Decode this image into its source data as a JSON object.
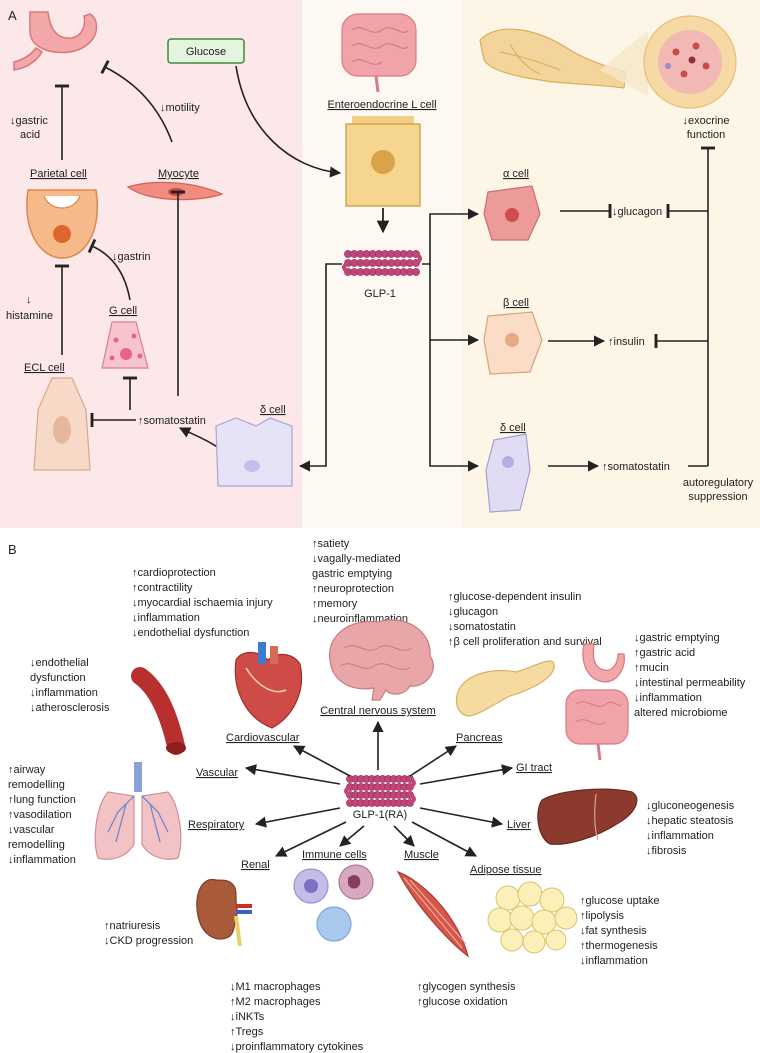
{
  "panel_a": {
    "letter": "A",
    "glucose": "Glucose",
    "motility": "↓motility",
    "gastric_acid": [
      "↓gastric",
      "acid"
    ],
    "parietal_cell": "Parietal cell",
    "myocyte": "Myocyte",
    "gastrin": "↓gastrin",
    "histamine": [
      "↓",
      "histamine"
    ],
    "g_cell": "G cell",
    "ecl_cell": "ECL cell",
    "somatostatin_left": "↑somatostatin",
    "delta_cell_left": "δ cell",
    "l_cell": "Enteroendocrine L cell",
    "glp1": "GLP-1",
    "alpha_cell": "α cell",
    "glucagon": "↓glucagon",
    "beta_cell": "β cell",
    "insulin": "↑insulin",
    "delta_cell_right": "δ cell",
    "somatostatin_right": "↑somatostatin",
    "exocrine": [
      "↓exocrine",
      "function"
    ],
    "autoregulatory": [
      "autoregulatory",
      "suppression"
    ]
  },
  "panel_b": {
    "letter": "B",
    "center": "GLP-1(RA)",
    "cns": {
      "title": "Central nervous system",
      "effects": [
        "↑satiety",
        "↓vagally-mediated",
        "gastric emptying",
        "↑neuroprotection",
        "↑memory",
        "↓neuroinflammation"
      ]
    },
    "cardiovascular": {
      "title": "Cardiovascular",
      "effects": [
        "↑cardioprotection",
        "↑contractility",
        "↓myocardial ischaemia injury",
        "↓inflammation",
        "↓endothelial dysfunction"
      ]
    },
    "pancreas": {
      "title": "Pancreas",
      "effects": [
        "↑glucose-dependent insulin",
        "↓glucagon",
        "↓somatostatin",
        "↑β cell proliferation and survival"
      ]
    },
    "vascular": {
      "title": "Vascular",
      "effects": [
        "↓endothelial",
        "dysfunction",
        "↓inflammation",
        "↓atherosclerosis"
      ]
    },
    "gi": {
      "title": "GI tract",
      "effects": [
        "↓gastric emptying",
        "↑gastric acid",
        "↑mucin",
        "↓intestinal permeability",
        "↓inflammation",
        "altered microbiome"
      ]
    },
    "respiratory": {
      "title": "Respiratory",
      "effects": [
        "↑airway",
        "remodelling",
        "↑lung function",
        "↑vasodilation",
        "↓vascular",
        "remodelling",
        "↓inflammation"
      ]
    },
    "liver": {
      "title": "Liver",
      "effects": [
        "↓gluconeogenesis",
        "↓hepatic steatosis",
        "↓inflammation",
        "↓fibrosis"
      ]
    },
    "renal": {
      "title": "Renal",
      "effects": [
        "↑natriuresis",
        "↓CKD progression"
      ]
    },
    "immune": {
      "title": "Immune cells",
      "effects": [
        "↓M1 macrophages",
        "↑M2 macrophages",
        "↓iNKTs",
        "↑Tregs",
        "↓proinflammatory cytokines"
      ]
    },
    "muscle": {
      "title": "Muscle",
      "effects": [
        "↑glycogen synthesis",
        "↑glucose oxidation"
      ]
    },
    "adipose": {
      "title": "Adipose tissue",
      "effects": [
        "↑glucose uptake",
        "↑lipolysis",
        "↓fat synthesis",
        "↑thermogenesis",
        "↓inflammation"
      ]
    }
  },
  "colors": {
    "panel_left": "#fce8e8",
    "panel_mid": "#fdf9f2",
    "panel_right": "#fdf6e6",
    "glp1_bead": "#c2457a",
    "glucose_box": "#e4f4df",
    "glucose_border": "#3e8a3c"
  }
}
